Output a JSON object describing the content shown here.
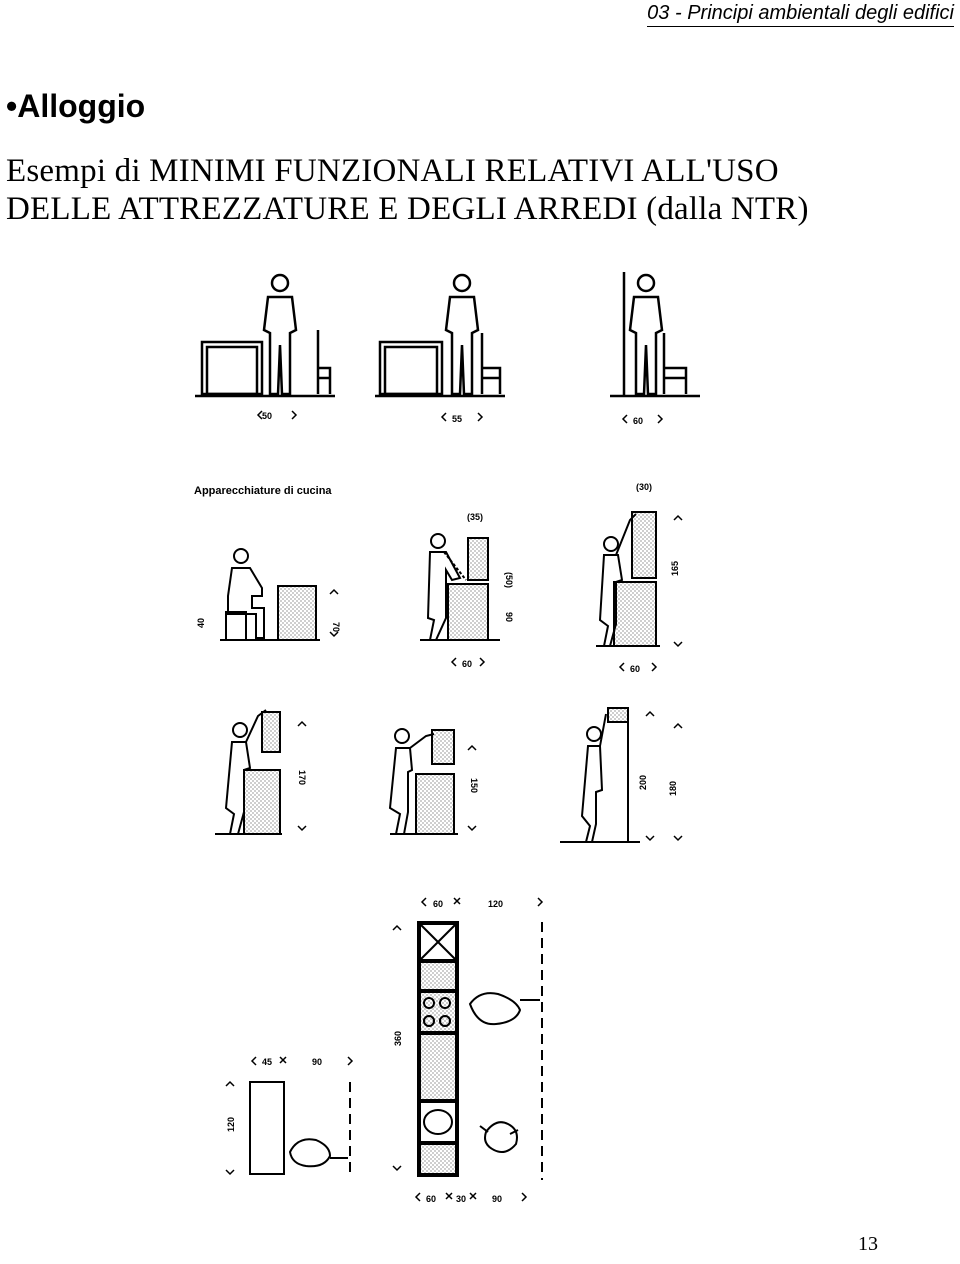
{
  "header": {
    "title": "03 - Principi ambientali degli edifici"
  },
  "heading": {
    "bullet": "•",
    "title": "Alloggio"
  },
  "subtitle": {
    "line1": "Esempi di MINIMI FUNZIONALI RELATIVI ALL'USO",
    "line2": "DELLE ATTREZZATURE E DEGLI ARREDI (dalla NTR)"
  },
  "figure": {
    "row1_labels": [
      "50",
      "55",
      "60"
    ],
    "kitchen_caption": "Apparecchiature di cucina",
    "row2_labels": {
      "seat": "40",
      "counter": "70",
      "top1": "(35)",
      "h1": "(50)",
      "h2": "90",
      "w1": "60",
      "top2": "(30)",
      "h3": "165",
      "w2": "60"
    },
    "row3_labels": {
      "h1": "170",
      "h2": "150",
      "h3": "200",
      "h4": "180"
    },
    "plan_labels": {
      "top_a": "60",
      "top_b": "120",
      "left_h": "360",
      "small_a": "45",
      "small_b": "90",
      "small_h": "120",
      "bot_a": "60",
      "bot_b": "30",
      "bot_c": "90"
    }
  },
  "page": {
    "number": "13"
  }
}
